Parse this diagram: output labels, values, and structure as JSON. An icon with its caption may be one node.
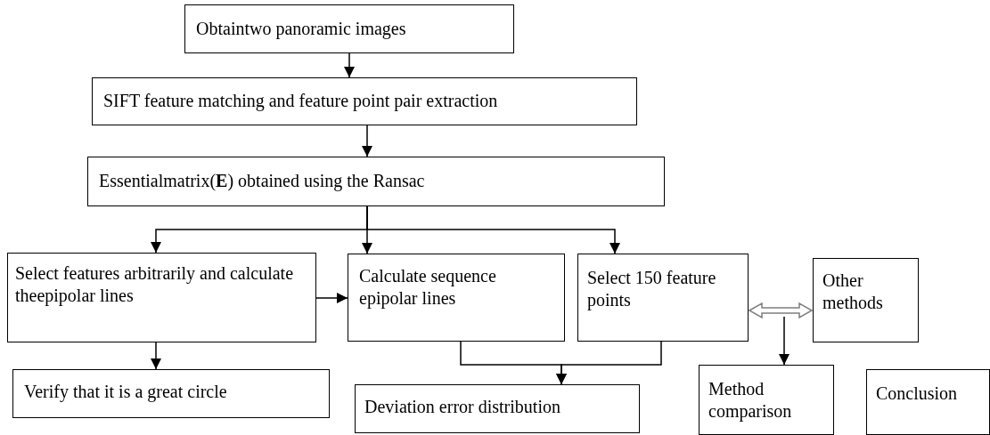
{
  "diagram": {
    "nodes": [
      {
        "text": [
          "Obtaintwo panoramic images"
        ]
      },
      {
        "text": [
          "SIFT feature matching and feature point pair extraction"
        ]
      },
      {
        "text": [
          "Essentialmatrix(**E**) obtained using the Ransac"
        ]
      },
      {
        "text": [
          "Select features arbitrarily and calculate theepipolar lines"
        ]
      },
      {
        "text": [
          "Calculate sequence epipolar lines"
        ]
      },
      {
        "text": [
          "Select 150 feature points"
        ]
      },
      {
        "text": [
          "Other methods"
        ]
      },
      {
        "text": [
          "Verify that it is a great circle"
        ]
      },
      {
        "text": [
          "Deviation error distribution"
        ]
      },
      {
        "text": [
          "Method comparison"
        ]
      },
      {
        "text": [
          "Conclusion"
        ]
      }
    ],
    "edges": [
      {
        "from": 0,
        "to": 1,
        "arrow": "to"
      },
      {
        "from": 1,
        "to": 2,
        "arrow": "to"
      },
      {
        "from": 2,
        "to": 3,
        "arrow": "to"
      },
      {
        "from": 2,
        "to": 4,
        "arrow": "to"
      },
      {
        "from": 2,
        "to": 5,
        "arrow": "to"
      },
      {
        "from": 3,
        "to": 4,
        "arrow": "to"
      },
      {
        "from": 3,
        "to": 7,
        "arrow": "to"
      },
      {
        "from": 4,
        "to": 8,
        "arrow": "to"
      },
      {
        "from": 5,
        "to": 8,
        "arrow": "to"
      },
      {
        "from": 5,
        "to": 6,
        "arrow": "both",
        "style": "thick",
        "color": "#7f7f7f"
      },
      {
        "from": null,
        "to": 9,
        "arrow": "to"
      }
    ]
  }
}
